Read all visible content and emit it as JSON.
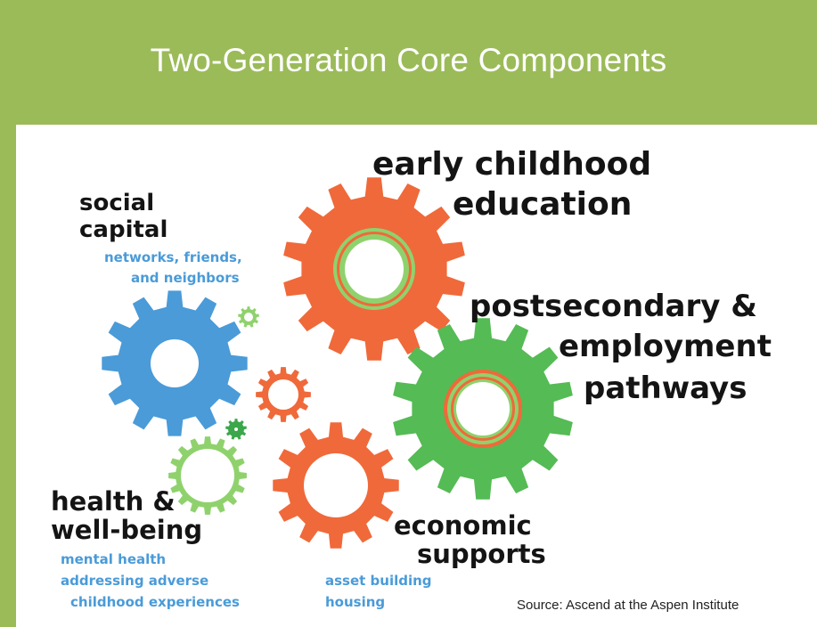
{
  "title": "Two-Generation Core Components",
  "components": {
    "early_childhood": {
      "line1": "early childhood",
      "line2": "education"
    },
    "postsecondary": {
      "line1": "postsecondary &",
      "line2": "employment",
      "line3": "pathways"
    },
    "social_capital": {
      "line1": "social",
      "line2": "capital",
      "sub1": "networks, friends,",
      "sub2": "and neighbors"
    },
    "health": {
      "line1": "health &",
      "line2": "well-being",
      "sub1": "mental health",
      "sub2": "addressing adverse",
      "sub3": "childhood experiences"
    },
    "economic": {
      "line1": "economic",
      "line2": "supports",
      "sub1": "asset building",
      "sub2": "housing"
    }
  },
  "source": "Source: Ascend at the Aspen Institute",
  "colors": {
    "header_green": "#9bbb59",
    "gear_orange": "#f0693a",
    "gear_green": "#55bb55",
    "gear_blue": "#4a9bd8",
    "gear_light_green": "#8fd26d",
    "gear_dark_green": "#3aa84a",
    "sub_text_blue": "#4a9bd8"
  }
}
